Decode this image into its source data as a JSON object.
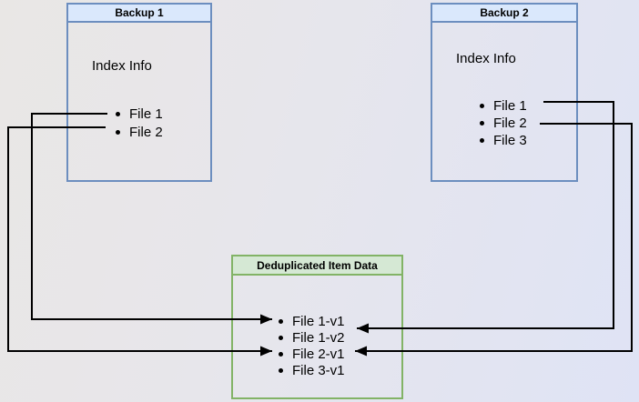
{
  "diagram": {
    "background_start": "#e9e7e5",
    "background_end": "#dfe3f5",
    "line_color": "#000000"
  },
  "boxes": {
    "backup1": {
      "title": "Backup 1",
      "subtitle": "Index Info",
      "items": [
        "File 1",
        "File 2"
      ],
      "header_fill": "#dae8fc",
      "border_color": "#6c8ebf"
    },
    "backup2": {
      "title": "Backup 2",
      "subtitle": "Index Info",
      "items": [
        "File 1",
        "File 2",
        "File 3"
      ],
      "header_fill": "#dae8fc",
      "border_color": "#6c8ebf"
    },
    "dedup": {
      "title": "Deduplicated Item Data",
      "items": [
        "File 1-v1",
        "File 1-v2",
        "File 2-v1",
        "File 3-v1"
      ],
      "header_fill": "#d5e8d4",
      "border_color": "#82b366"
    }
  },
  "connections": [
    {
      "from": "Backup 1 / File 1",
      "to": "File 1-v1"
    },
    {
      "from": "Backup 1 / File 2",
      "to": "File 2-v1"
    },
    {
      "from": "Backup 2 / File 1",
      "to": "File 1-v2"
    },
    {
      "from": "Backup 2 / File 2",
      "to": "File 2-v1"
    }
  ]
}
